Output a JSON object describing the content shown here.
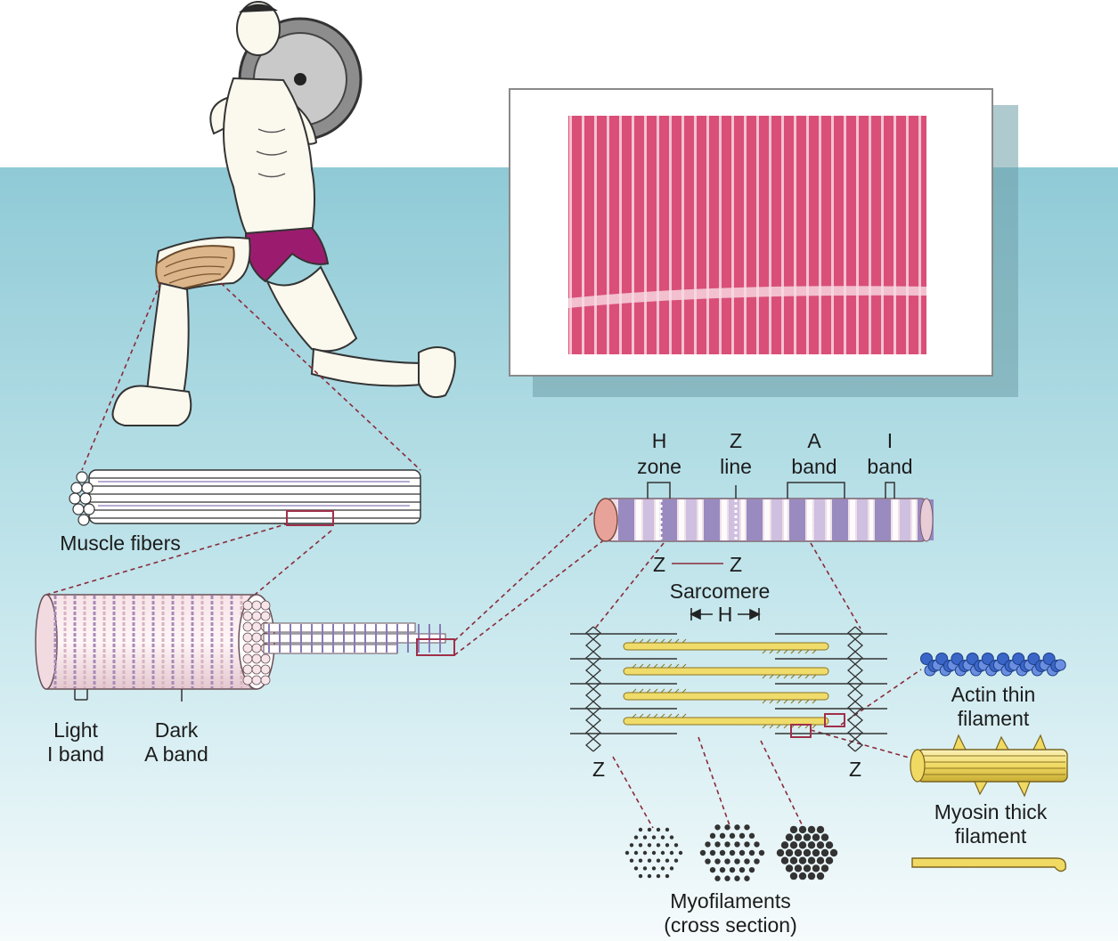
{
  "labels": {
    "h_zone": [
      "H",
      "zone"
    ],
    "z_line": [
      "Z",
      "line"
    ],
    "a_band": [
      "A",
      "band"
    ],
    "i_band": [
      "I",
      "band"
    ],
    "z_left": "Z",
    "z_right": "Z",
    "sarcomere": "Sarcomere",
    "h_span": "H",
    "muscle_fibers": "Muscle fibers",
    "light_band": [
      "Light",
      "I band"
    ],
    "dark_band": [
      "Dark",
      "A band"
    ],
    "z_bottom_left": "Z",
    "z_bottom_right": "Z",
    "actin": [
      "Actin thin",
      "filament"
    ],
    "myosin": [
      "Myosin thick",
      "filament"
    ],
    "myofilaments": [
      "Myofilaments",
      "(cross section)"
    ]
  },
  "icons": {
    "athlete": "weightlifter-lunge-illustration",
    "micrograph": "striated-muscle-micrograph",
    "fiber_bundle": "muscle-fiber-bundle",
    "myofibril": "myofibril-cylinder",
    "sarcomere_detail": "sarcomere-filament-diagram",
    "actin": "actin-bead-chain",
    "myosin": "myosin-filament-bundle",
    "myosin_single": "myosin-molecule"
  },
  "colors": {
    "teal_background": "#9fd3dc",
    "micrograph_pink": "#d9527a",
    "muscle_pink": "#e8b8c6",
    "band_purple": "#8a7ab8",
    "actin_blue": "#3a66c8",
    "myosin_yellow": "#f0dc6a",
    "trunks_magenta": "#9b1c6e"
  }
}
